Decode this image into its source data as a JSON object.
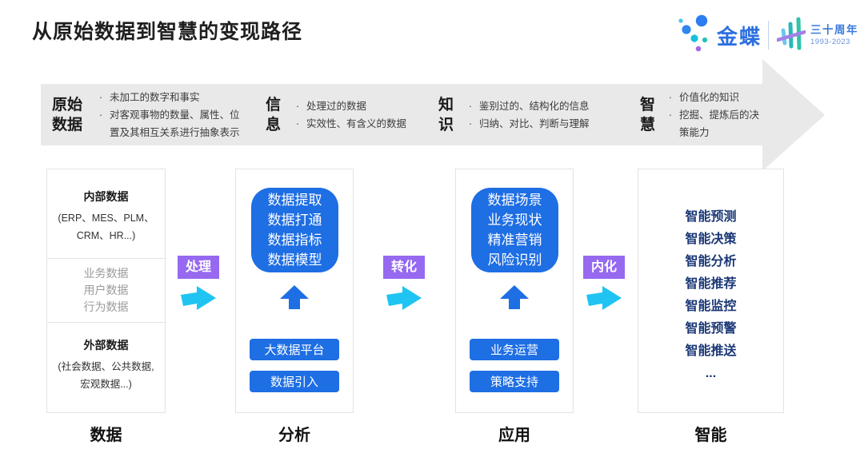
{
  "title": "从原始数据到智慧的变现路径",
  "logo": {
    "brand": "金蝶",
    "anniversary": "三十周年",
    "years": "1993-2023"
  },
  "banner": {
    "stages": [
      {
        "heading": "原始数据",
        "bullets": [
          "未加工的数字和事实",
          "对客观事物的数量、属性、位置及其相互关系进行抽象表示"
        ]
      },
      {
        "heading": "信息",
        "bullets": [
          "处理过的数据",
          "实效性、有含义的数据"
        ]
      },
      {
        "heading": "知识",
        "bullets": [
          "鉴别过的、结构化的信息",
          "归纳、对比、判断与理解"
        ]
      },
      {
        "heading": "智慧",
        "bullets": [
          "价值化的知识",
          "挖掘、提炼后的决策能力"
        ]
      }
    ]
  },
  "flow_labels": [
    {
      "label": "处理"
    },
    {
      "label": "转化"
    },
    {
      "label": "内化"
    }
  ],
  "columns": {
    "data": {
      "label": "数据",
      "internal_heading": "内部数据",
      "internal_detail": "(ERP、MES、PLM、\nCRM、HR...)",
      "middle_items": "业务数据\n用户数据\n行为数据",
      "external_heading": "外部数据",
      "external_detail": "(社会数据、公共数据,\n宏观数据...)"
    },
    "analysis": {
      "label": "分析",
      "main_box": "数据提取\n数据打通\n数据指标\n数据模型",
      "buttons": [
        "大数据平台",
        "数据引入"
      ]
    },
    "application": {
      "label": "应用",
      "main_box": "数据场景\n业务现状\n精准营销\n风险识别",
      "buttons": [
        "业务运营",
        "策略支持"
      ]
    },
    "intelligence": {
      "label": "智能",
      "items": "智能预测\n智能决策\n智能分析\n智能推荐\n智能监控\n智能预警\n智能推送\n..."
    }
  },
  "colors": {
    "accent_blue": "#1E6EE4",
    "flow_purple": "#9669F0",
    "flow_cyan": "#1FC4F2",
    "navy_text": "#1B3877",
    "banner_gray": "#E9E9E9",
    "brand_blue": "#2B6FE0"
  }
}
